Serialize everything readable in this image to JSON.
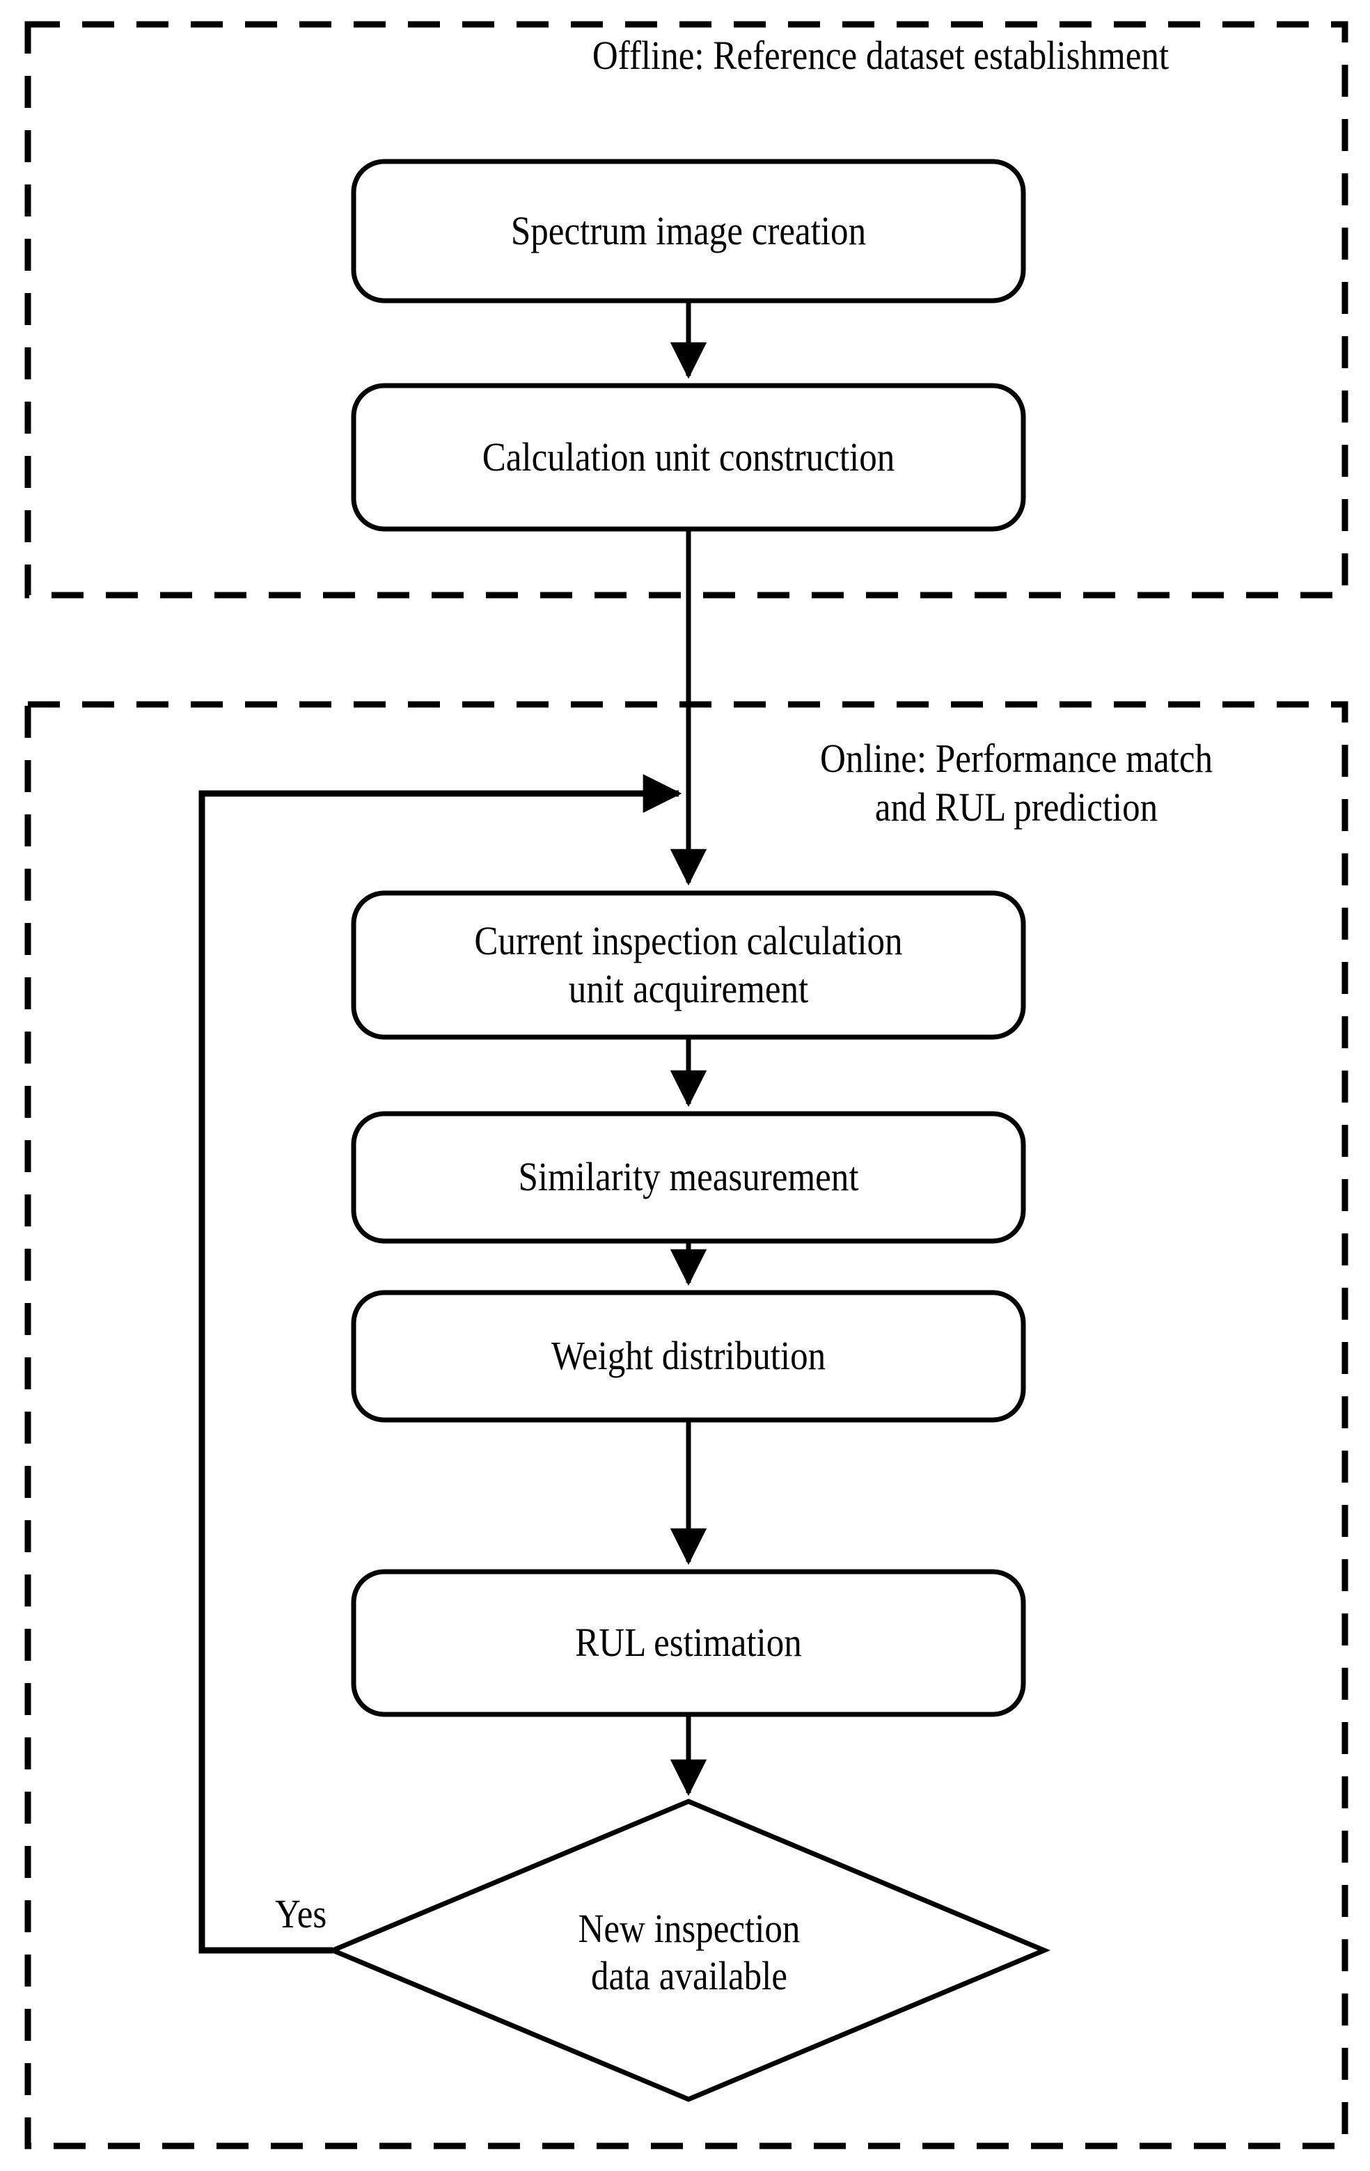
{
  "diagram": {
    "title_offline": "Offline: Reference dataset establishment",
    "title_online": "Online: Performance match\nand RUL prediction",
    "colors": {
      "stroke": "#000000",
      "background": "#ffffff",
      "text": "#000000"
    },
    "groups": [
      {
        "id": "offline",
        "label": "Offline: Reference dataset establishment",
        "border_style": "dashed"
      },
      {
        "id": "online",
        "label": "Online: Performance match\nand RUL prediction",
        "border_style": "dashed"
      }
    ],
    "nodes": [
      {
        "id": "spectrum-image-creation",
        "shape": "rounded-rect",
        "label": "Spectrum image creation"
      },
      {
        "id": "calculation-unit-construction",
        "shape": "rounded-rect",
        "label": "Calculation unit construction"
      },
      {
        "id": "current-inspection-calculation-unit-acquirement",
        "shape": "rounded-rect",
        "label": "Current inspection calculation\nunit acquirement"
      },
      {
        "id": "similarity-measurement",
        "shape": "rounded-rect",
        "label": "Similarity measurement"
      },
      {
        "id": "weight-distribution",
        "shape": "rounded-rect",
        "label": "Weight distribution"
      },
      {
        "id": "rul-estimation",
        "shape": "rounded-rect",
        "label": "RUL estimation"
      },
      {
        "id": "new-inspection-data-available",
        "shape": "diamond",
        "label": "New inspection\ndata available"
      }
    ],
    "edges": [
      {
        "from": "spectrum-image-creation",
        "to": "calculation-unit-construction",
        "label": ""
      },
      {
        "from": "calculation-unit-construction",
        "to": "current-inspection-calculation-unit-acquirement",
        "label": ""
      },
      {
        "from": "current-inspection-calculation-unit-acquirement",
        "to": "similarity-measurement",
        "label": ""
      },
      {
        "from": "similarity-measurement",
        "to": "weight-distribution",
        "label": ""
      },
      {
        "from": "weight-distribution",
        "to": "rul-estimation",
        "label": ""
      },
      {
        "from": "rul-estimation",
        "to": "new-inspection-data-available",
        "label": ""
      },
      {
        "from": "new-inspection-data-available",
        "to": "current-inspection-calculation-unit-acquirement",
        "label": "Yes"
      }
    ],
    "edge_labels": {
      "yes": "Yes"
    }
  }
}
